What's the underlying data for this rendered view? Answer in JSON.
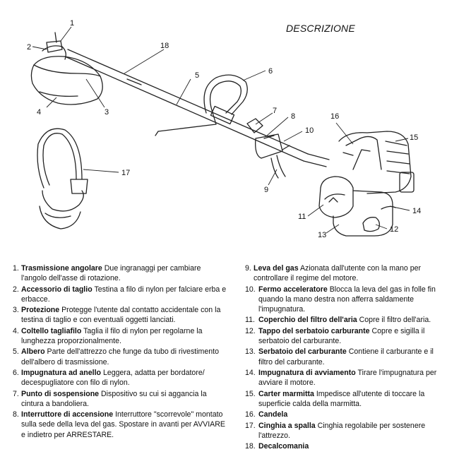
{
  "title": "DESCRIZIONE",
  "callouts": [
    "1",
    "2",
    "3",
    "4",
    "5",
    "6",
    "7",
    "8",
    "9",
    "10",
    "11",
    "12",
    "13",
    "14",
    "15",
    "16",
    "17",
    "18"
  ],
  "legend": [
    {
      "num": "1.",
      "term": "Trasmissione angolare",
      "desc": "Due ingranaggi per cambiare l'angolo dell'asse di rotazione."
    },
    {
      "num": "2.",
      "term": "Accessorio di taglio",
      "desc": "Testina a filo di nylon per falciare erba e erbacce."
    },
    {
      "num": "3.",
      "term": "Protezione",
      "desc": "Protegge l'utente dal contatto accidentale con la testina di taglio e con eventuali oggetti lanciati."
    },
    {
      "num": "4.",
      "term": "Coltello tagliafilo",
      "desc": "Taglia il filo di nylon per regolarne la lunghezza proporzionalmente."
    },
    {
      "num": "5.",
      "term": "Albero",
      "desc": "Parte dell'attrezzo che funge da tubo di rivestimento dell'albero di trasmissione."
    },
    {
      "num": "6.",
      "term": "Impugnatura ad anello",
      "desc": "Leggera, adatta per bordatore/ decespugliatore con filo di nylon."
    },
    {
      "num": "7.",
      "term": "Punto di sospensione",
      "desc": "Dispositivo su cui si aggancia la cintura a bandoliera."
    },
    {
      "num": "8.",
      "term": "Interruttore di accensione",
      "desc": "Interruttore \"scorrevole\" montato sulla sede della leva del gas. Spostare in avanti per AVVIARE e indietro per ARRESTARE."
    },
    {
      "num": "9.",
      "term": "Leva del gas",
      "desc": "Azionata dall'utente con la mano per controllare il regime del motore."
    },
    {
      "num": "10.",
      "term": "Fermo acceleratore",
      "desc": "Blocca la leva del gas in folle fin quando la mano destra non afferra saldamente l'impugnatura."
    },
    {
      "num": "11.",
      "term": "Coperchio del filtro dell'aria",
      "desc": "Copre il filtro dell'aria."
    },
    {
      "num": "12.",
      "term": "Tappo del serbatoio carburante",
      "desc": "Copre e sigilla il serbatoio del carburante."
    },
    {
      "num": "13.",
      "term": "Serbatoio del carburante",
      "desc": "Contiene il carburante e il filtro del carburante."
    },
    {
      "num": "14.",
      "term": "Impugnatura di avviamento",
      "desc": "Tirare l'impugnatura per avviare il motore."
    },
    {
      "num": "15.",
      "term": "Carter marmitta",
      "desc": "Impedisce all'utente di toccare la superficie calda della marmitta."
    },
    {
      "num": "16.",
      "term": "Candela",
      "desc": ""
    },
    {
      "num": "17.",
      "term": "Cinghia a spalla",
      "desc": "Cinghia regolabile per sostenere l'attrezzo."
    },
    {
      "num": "18.",
      "term": "Decalcomania",
      "desc": ""
    }
  ]
}
